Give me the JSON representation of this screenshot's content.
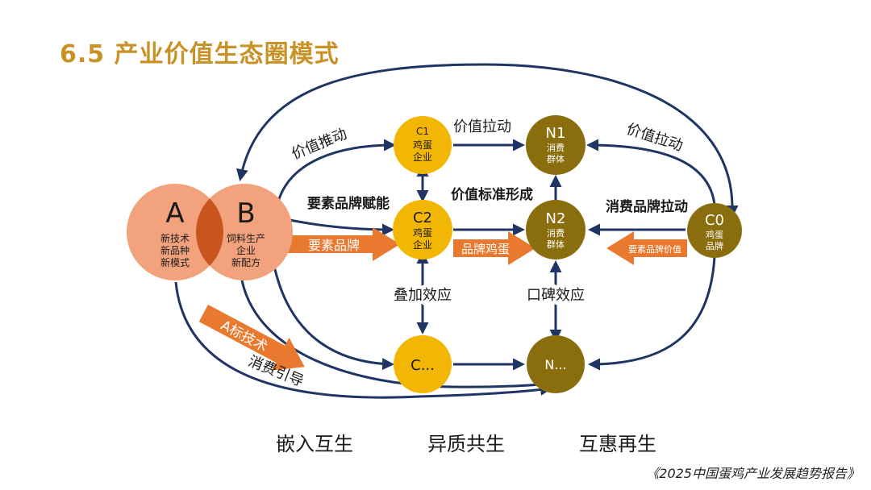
{
  "title": "6.5 产业价值生态圈模式",
  "footer": "《2025中国蛋鸡产业发展趋势报告》",
  "colors": {
    "title": "#C89226",
    "navy": "#1F3564",
    "yellow": "#F2B705",
    "olive": "#8A6E0E",
    "peach": "#F2A27C",
    "overlap": "#C8561E",
    "orange": "#E8792E"
  },
  "nodes": {
    "a": {
      "letter": "A",
      "lines": [
        "新技术",
        "新品种",
        "新模式"
      ]
    },
    "b": {
      "letter": "B",
      "lines": [
        "饲料生产",
        "企业",
        "新配方"
      ]
    },
    "c1": {
      "id": "C1",
      "lines": [
        "鸡蛋",
        "企业"
      ]
    },
    "c2": {
      "id": "C2",
      "lines": [
        "鸡蛋",
        "企业"
      ]
    },
    "cx": {
      "id": "C..."
    },
    "n1": {
      "id": "N1",
      "lines": [
        "消费",
        "群体"
      ]
    },
    "n2": {
      "id": "N2",
      "lines": [
        "消费",
        "群体"
      ]
    },
    "nx": {
      "id": "N..."
    },
    "c0": {
      "id": "C0",
      "lines": [
        "鸡蛋",
        "品牌"
      ]
    }
  },
  "labels": {
    "value_push": "价值推动",
    "value_pull_top": "价值拉动",
    "value_pull_right": "价值拉动",
    "element_brand_empower": "要素品牌赋能",
    "value_standard": "价值标准形成",
    "consumer_brand_pull": "消费品牌拉动",
    "stack_effect": "叠加效应",
    "word_of_mouth": "口碑效应",
    "consumption_guide": "消费引导"
  },
  "arrows": {
    "element_brand": "要素品牌",
    "brand_egg": "品牌鸡蛋",
    "element_brand_value": "要素品牌价值",
    "a_standard_tech": "A标技术"
  },
  "bottom": [
    "嵌入互生",
    "异质共生",
    "互惠再生"
  ]
}
